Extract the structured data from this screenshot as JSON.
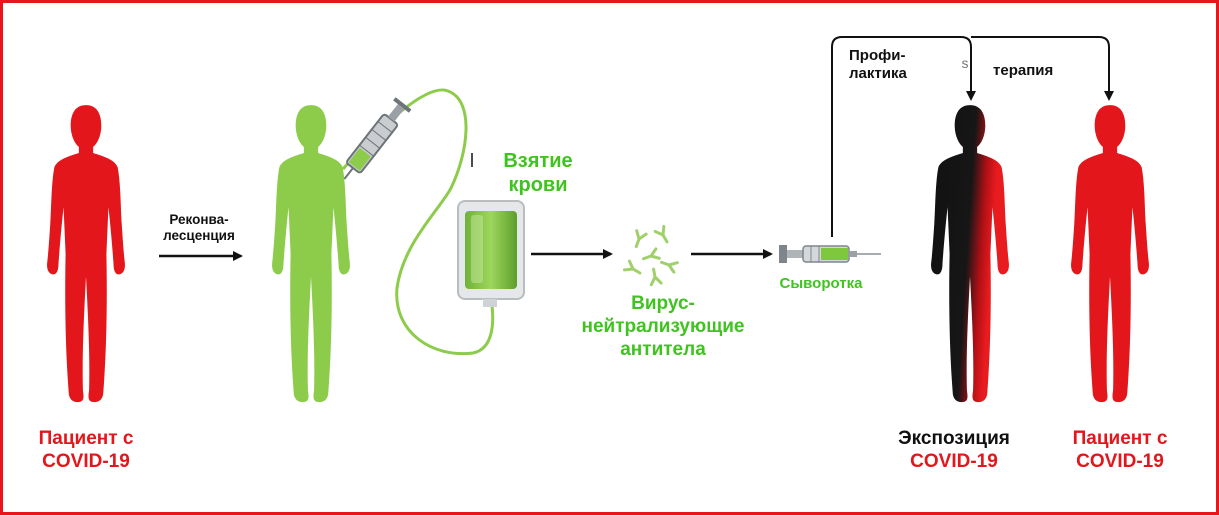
{
  "labels": {
    "patient_left": {
      "line1": "Пациент с",
      "line2": "COVID-19"
    },
    "reconvalescence": {
      "line1": "Реконва-",
      "line2": "лесценция"
    },
    "blood_draw": {
      "line1": "Взятие",
      "line2": "крови"
    },
    "antibodies": {
      "line1": "Вирус-",
      "line2": "нейтрализующие",
      "line3": "антитела"
    },
    "serum": "Сыворотка",
    "prophylaxis": {
      "line1": "Профи-",
      "line2": "лактика"
    },
    "therapy": "терапия",
    "exposure": {
      "line1": "Экспозиция",
      "line2": "COVID-19"
    },
    "patient_right": {
      "line1": "Пациент с",
      "line2": "COVID-19"
    },
    "stray_char": "s"
  },
  "colors": {
    "red": "#e3161b",
    "green": "#8ccc4a",
    "green_text": "#3fc41f",
    "black": "#111111",
    "border": "#e8161b"
  }
}
